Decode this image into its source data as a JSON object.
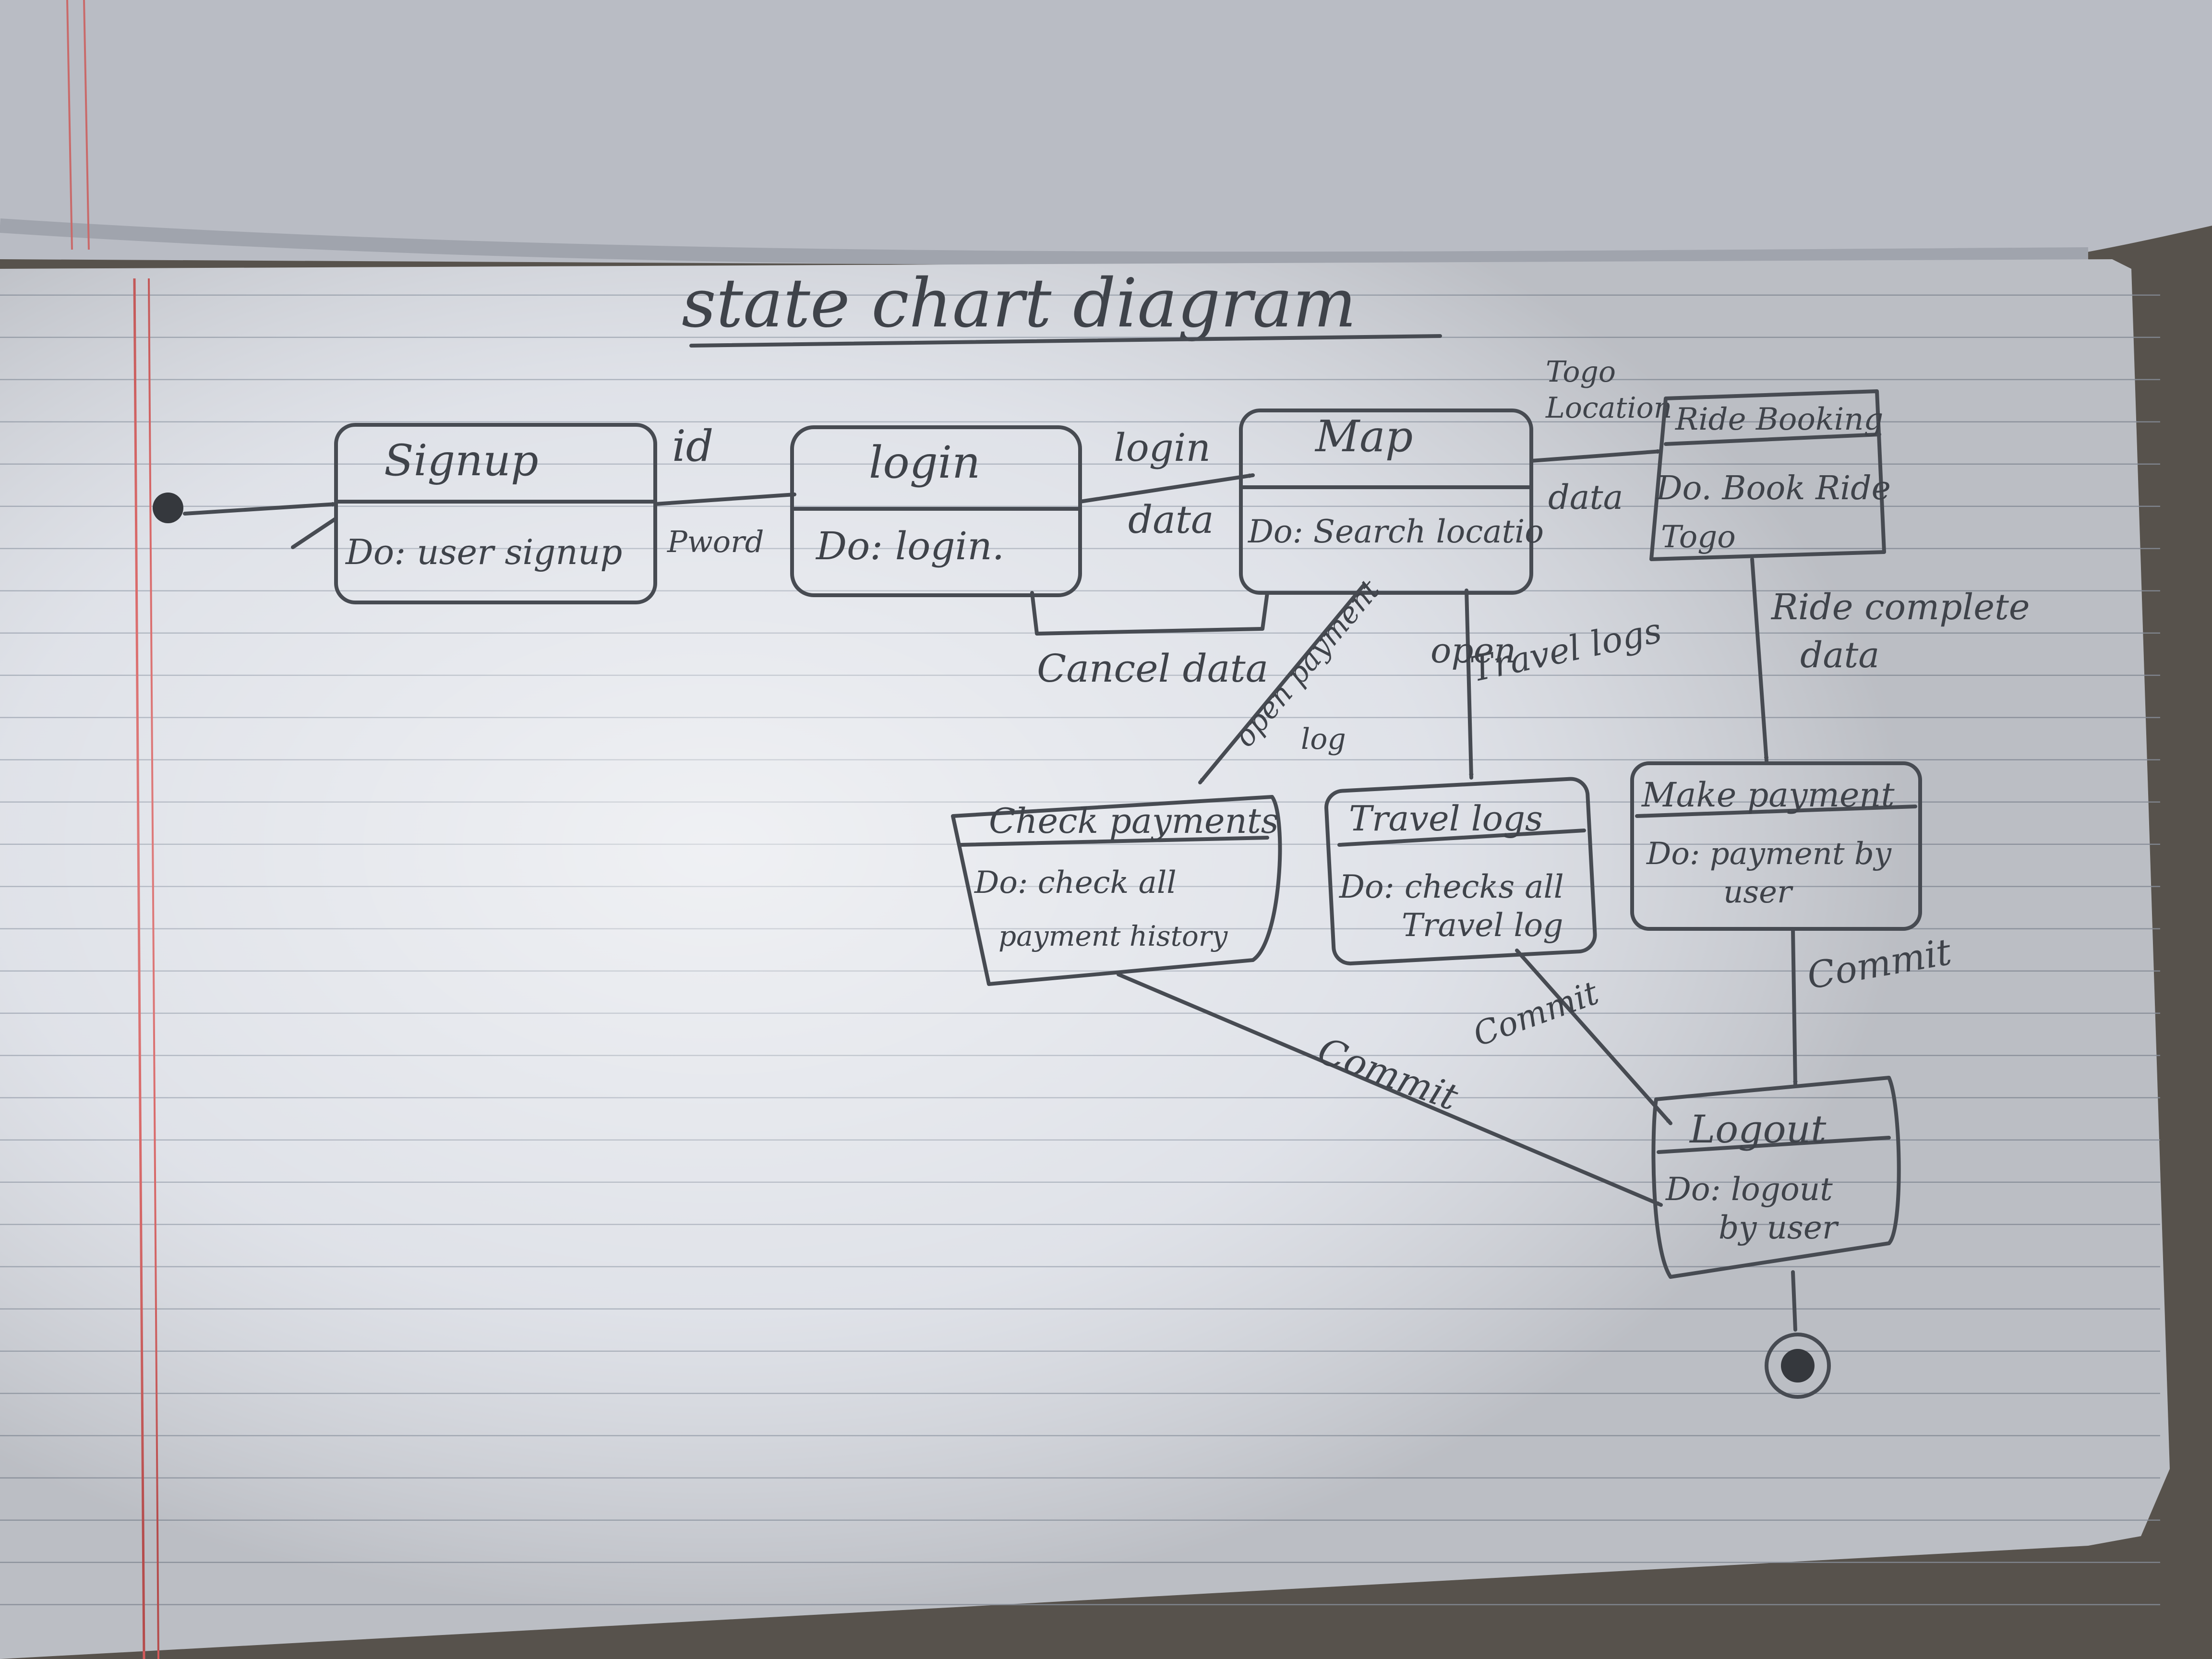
{
  "title": "state chart diagram",
  "states": {
    "signup": {
      "name": "Signup",
      "activity": "Do: user signup"
    },
    "login": {
      "name": "login",
      "activity": "Do: login."
    },
    "map": {
      "name": "Map",
      "activity": "Do: Search locatio"
    },
    "ride_booking": {
      "name": "Ride Booking",
      "activity": "Do. Book Ride",
      "activity2": "Togo"
    },
    "check_payment": {
      "name": "Check payments",
      "activity": "Do: check all",
      "activity2": "payment history"
    },
    "travel_logs": {
      "name": "Travel logs",
      "activity": "Do: checks all",
      "activity2": "Travel log"
    },
    "make_payment": {
      "name": "Make payment",
      "activity": "Do: payment by",
      "activity2": "user"
    },
    "logout": {
      "name": "Logout",
      "activity": "Do: logout",
      "activity2": "by user"
    }
  },
  "transitions": {
    "id": "id",
    "password": "Pword",
    "login_data_1": "login",
    "login_data_2": "data",
    "cancel_data": "Cancel data",
    "togo_1": "Togo",
    "togo_2": "Location",
    "loc_data": "data",
    "open_payment_1": "open payment",
    "open_payment_2": "log",
    "open_travel_1": "open",
    "open_travel_2": "Travel logs",
    "ride_complete_1": "Ride complete",
    "ride_complete_2": "data",
    "commit_payment": "Commit",
    "commit_travel": "Commit",
    "commit_make": "Commit"
  }
}
